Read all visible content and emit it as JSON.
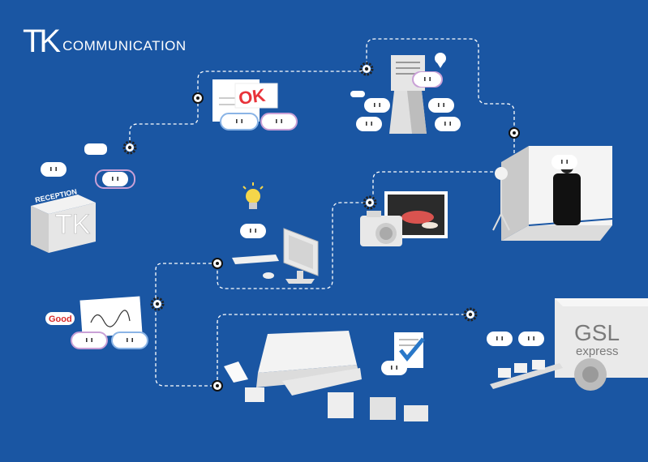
{
  "brand": {
    "mark": "TK",
    "name": "COMMUNICATION"
  },
  "labels": {
    "reception": "RECEPTION",
    "ok_stamp": "OK",
    "good_bubble": "Good",
    "truck_line1": "GSL",
    "truck_line2": "express"
  },
  "colors": {
    "background": "#1a56a3",
    "path": "#ffffff",
    "ok_red": "#e8333a",
    "good_red": "#d92b2b",
    "check_blue": "#2a78c8",
    "pink_outline": "#c9a0d6",
    "blue_outline": "#8ab4e6"
  }
}
